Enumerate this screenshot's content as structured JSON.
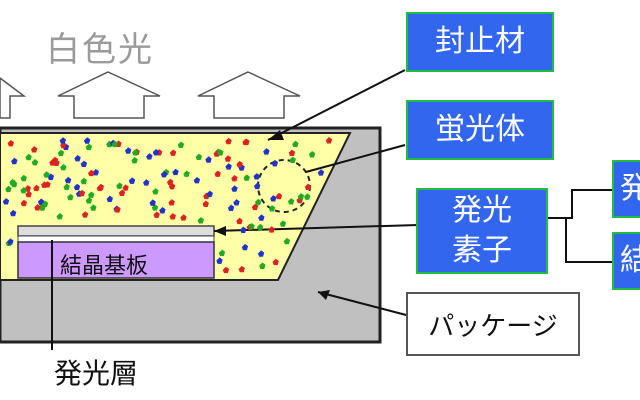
{
  "diagram": {
    "white_light_label": "白色光",
    "callouts": {
      "sealant": "封止材",
      "phosphor": "蛍光体",
      "led_chip_line1": "発光",
      "led_chip_line2": "素子",
      "right_top_partial": "発",
      "right_bottom_partial": "結"
    },
    "substrate_label": "結晶基板",
    "emitting_layer_label": "発光層",
    "package_label": "パッケージ",
    "colors": {
      "callout_fill": "#3366ee",
      "callout_border": "#22bb44",
      "resin_fill": "#ffffa8",
      "package_fill": "#c0c0c0",
      "substrate_fill": "#cc99ff",
      "phosphor_red": "#dd2222",
      "phosphor_green": "#22aa22",
      "phosphor_blue": "#2233cc"
    }
  }
}
